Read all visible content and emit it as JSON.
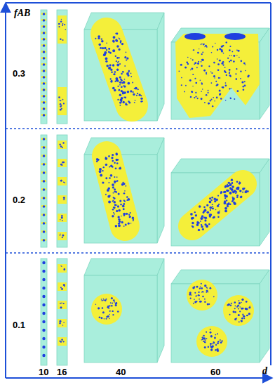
{
  "diagram": {
    "labels": [
      "fAB",
      "0.3",
      "0.2",
      "0.1",
      "10",
      "16",
      "40",
      "60",
      "d"
    ]
  }
}
